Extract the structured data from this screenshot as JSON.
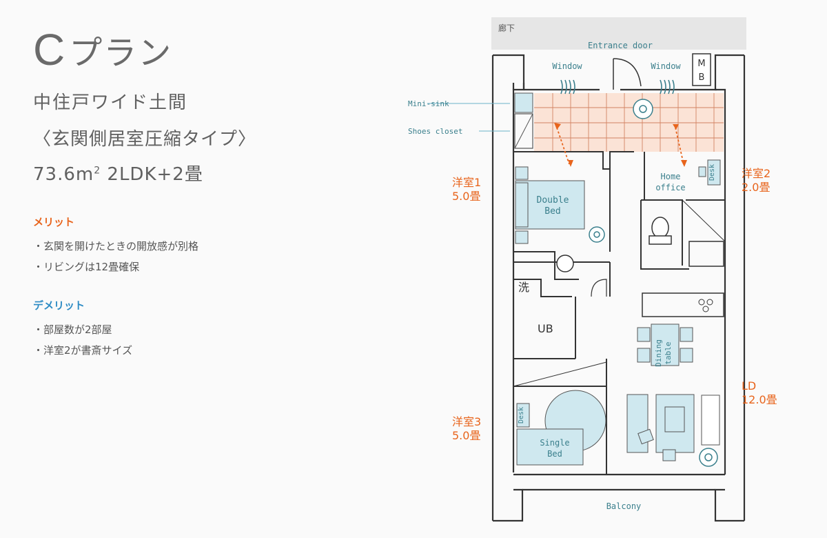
{
  "plan": {
    "letter": "C",
    "name": "プラン",
    "subtitle": "中住戸ワイド土間",
    "type": "〈玄関側居室圧縮タイプ〉",
    "area": "73.6m",
    "area_sup": "2",
    "layout": "2LDK+2畳"
  },
  "merits": {
    "heading": "メリット",
    "items": [
      "・玄関を開けたときの開放感が別格",
      "・リビングは12畳確保"
    ]
  },
  "demerits": {
    "heading": "デメリット",
    "items": [
      "・部屋数が2部屋",
      "・洋室2が書斎サイズ"
    ]
  },
  "floorplan": {
    "corridor": "廊下",
    "entrance": "Entrance door",
    "window_left": "Window",
    "window_right": "Window",
    "mb": "M\nB",
    "mini_sink": "Mini-sink",
    "shoes_closet": "Shoes closet",
    "home_office_1": "Home",
    "home_office_2": "office",
    "desk_top": "Desk",
    "double_bed_1": "Double",
    "double_bed_2": "Bed",
    "wash": "洗",
    "ub": "UB",
    "dining_1": "Dining",
    "dining_2": "table",
    "desk_bottom": "Desk",
    "single_bed_1": "Single",
    "single_bed_2": "Bed",
    "balcony": "Balcony",
    "rooms": {
      "r1_name": "洋室1",
      "r1_size": "5.0畳",
      "r2_name": "洋室2",
      "r2_size": "2.0畳",
      "ld_name": "LD",
      "ld_size": "12.0畳",
      "r3_name": "洋室3",
      "r3_size": "5.0畳"
    }
  },
  "colors": {
    "accent_orange": "#e8641c",
    "accent_blue": "#2d8bc4",
    "furniture": "#cfe8ef",
    "doma": "#fbe3d6",
    "corridor": "#e6e6e6",
    "teal": "#3a7f8c"
  }
}
